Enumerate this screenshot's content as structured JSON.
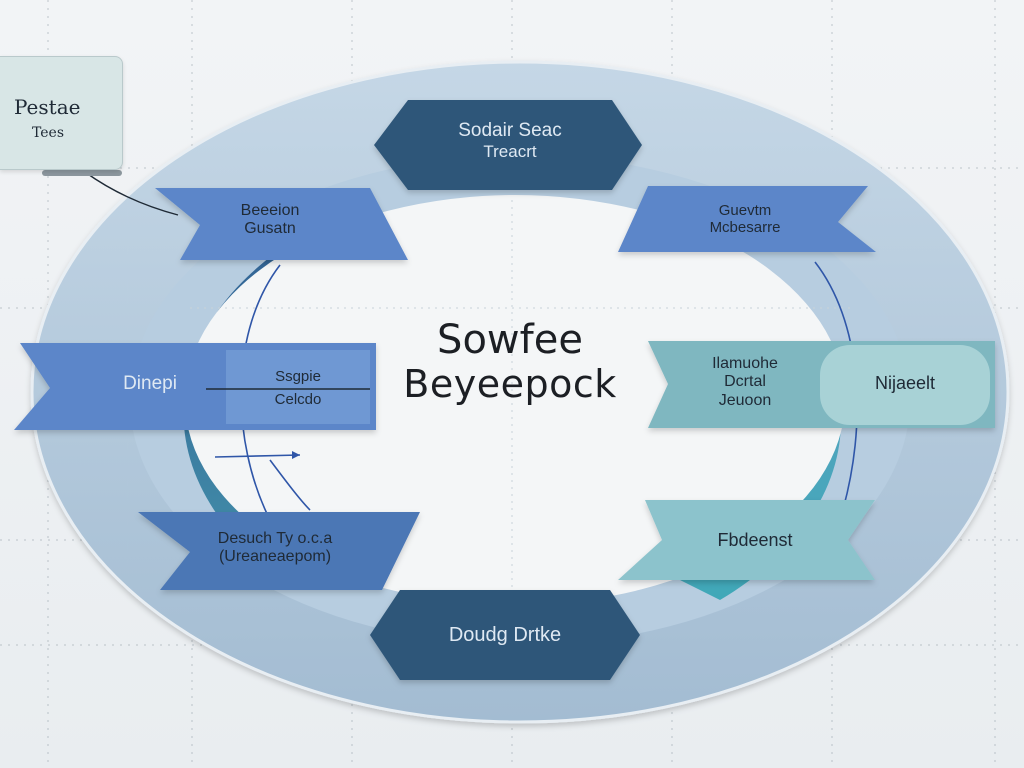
{
  "colors": {
    "ring_outer": "#aac4db",
    "ring_inner_dark": "#2f5f92",
    "ring_inner_teal": "#3e9bb0",
    "tag_navy": "#2f5679",
    "tag_blue": "#5b86c9",
    "tag_teal": "#7fb7c0",
    "center_bg": "#f4f6f7"
  },
  "center": {
    "line1": "Sowfee",
    "line2": "Beyeepock"
  },
  "side_note": {
    "line1": "Pestae",
    "line2": "Tees"
  },
  "nodes": {
    "top": {
      "line1": "Sodair Seac",
      "line2": "Treacrt"
    },
    "upper_left": {
      "line1": "Beeeion",
      "line2": "Gusatn"
    },
    "upper_right": {
      "line1": "Guevtm",
      "line2": "Mcbesarre"
    },
    "mid_left": {
      "main": "Dinepi",
      "sub1": "Ssgpie",
      "sub2": "Celcdo"
    },
    "mid_right": {
      "line1": "Ilamuohe",
      "line2": "Dcrtal",
      "line3": "Jeuoon",
      "badge": "Nijaeelt"
    },
    "lower_left": {
      "line1": "Desuch Ty o.c.a",
      "line2": "(Ureaneaepom)"
    },
    "lower_right": {
      "line1": "Fbdeenst"
    },
    "bottom": {
      "line1": "Doudg Drtke"
    }
  }
}
